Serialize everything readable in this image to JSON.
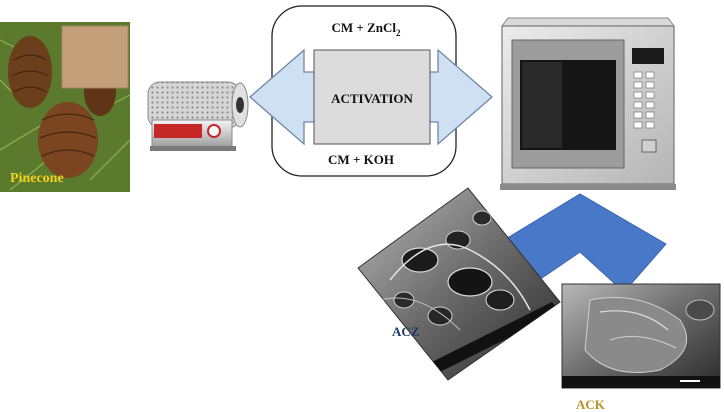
{
  "reagents": {
    "top": "CM + ZnCl",
    "top_subscript": "2",
    "bottom": "CM + KOH"
  },
  "process": {
    "label": "ACTIVATION"
  },
  "samples": {
    "source_label": "Pinecone",
    "product_1": "ACZ",
    "product_2": "ACK"
  },
  "colors": {
    "arrow_fill": "#cfe0f2",
    "arrow_stroke": "#6f86a6",
    "box_fill": "#dcdcdc",
    "big_arrow": "#4a78c8",
    "acz_text": "#1f3a6b",
    "ack_text": "#b8902a",
    "pinecone_text": "#f2d21b"
  }
}
